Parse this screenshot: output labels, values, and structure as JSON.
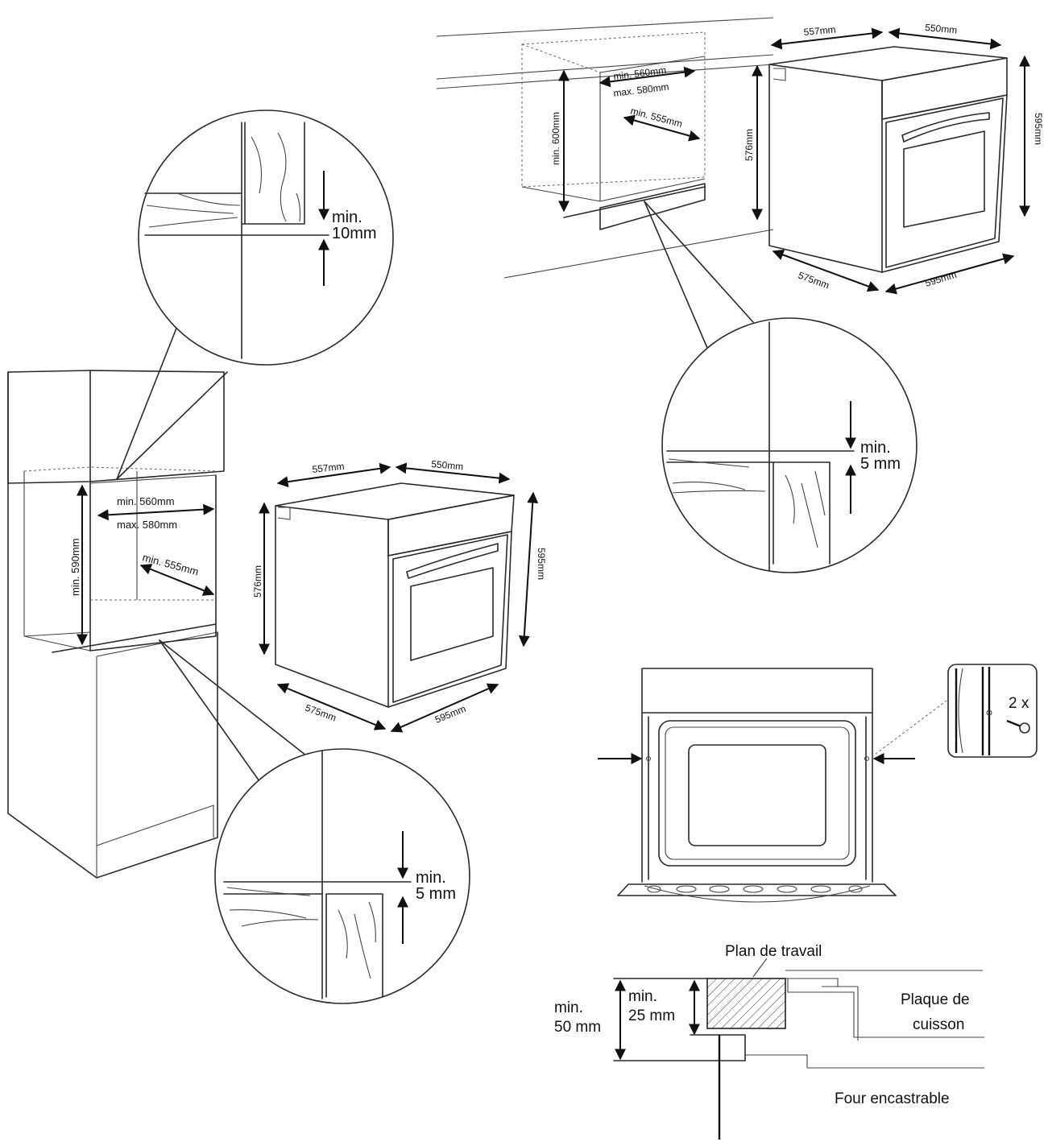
{
  "top_oven": {
    "depth_top": "557mm",
    "width_top": "550mm",
    "height_left": "576mm",
    "height_right": "595mm",
    "depth_bottom": "575mm",
    "width_bottom": "595mm"
  },
  "top_niche": {
    "height": "min. 600mm",
    "width_min": "min. 560mm",
    "width_max": "max. 580mm",
    "depth": "min. 555mm"
  },
  "top_detail": {
    "label_min": "min.",
    "gap": "5 mm"
  },
  "column_niche": {
    "height": "min. 590mm",
    "width_min": "min. 560mm",
    "width_max": "max. 580mm",
    "depth": "min. 555mm"
  },
  "column_top_detail": {
    "label_min": "min.",
    "gap": "10mm"
  },
  "column_bottom_detail": {
    "label_min": "min.",
    "gap": "5 mm"
  },
  "mid_oven": {
    "depth_top": "557mm",
    "width_top": "550mm",
    "height_left": "576mm",
    "height_right": "595mm",
    "depth_bottom": "575mm",
    "width_bottom": "595mm"
  },
  "screws": {
    "count": "2 x"
  },
  "section": {
    "worktop": "Plan de travail",
    "hob_line1": "Plaque de",
    "hob_line2": "cuisson",
    "oven": "Four encastrable",
    "min_total_1": "min.",
    "min_total_2": "50 mm",
    "min_worktop_1": "min.",
    "min_worktop_2": "25 mm"
  }
}
